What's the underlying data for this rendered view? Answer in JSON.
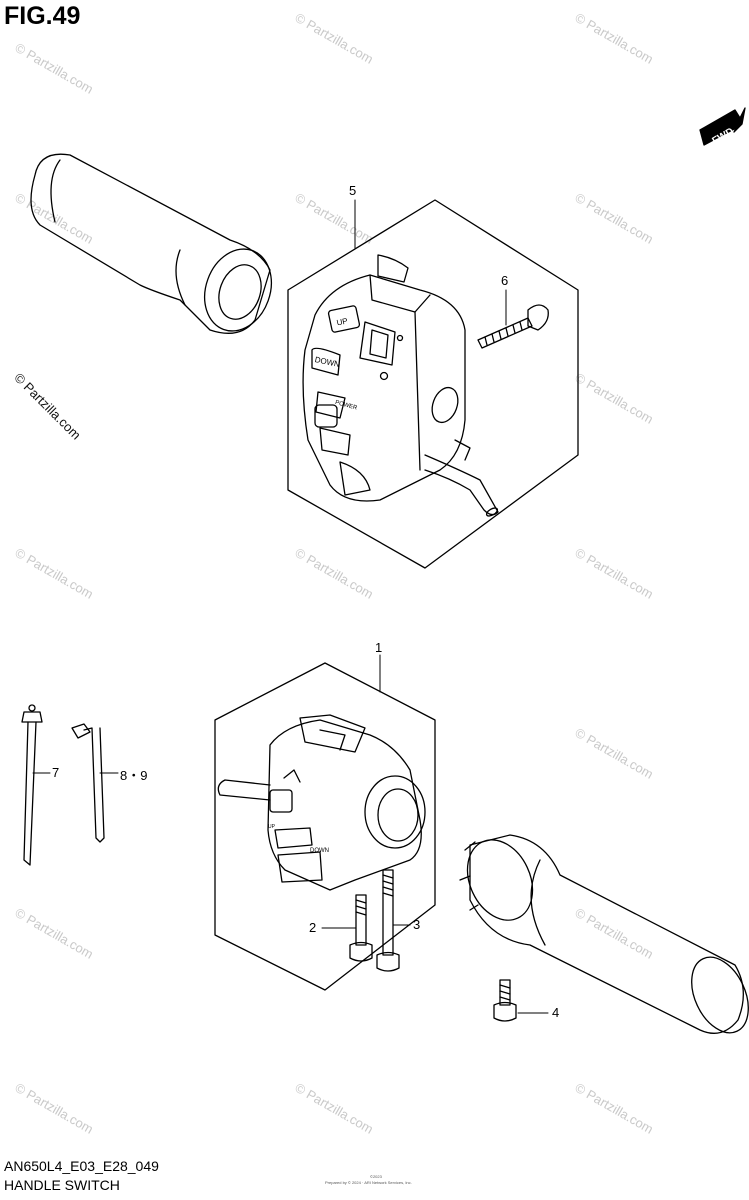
{
  "figure": {
    "title": "FIG.49",
    "model_code": "AN650L4_E03_E28_049",
    "part_name": "HANDLE SWITCH",
    "fwd_label": "FWD"
  },
  "watermark": {
    "text": "© Partzilla.com",
    "short": "©",
    "brand": "Partzilla.com"
  },
  "callouts": [
    {
      "id": "5",
      "label": "5"
    },
    {
      "id": "6",
      "label": "6"
    },
    {
      "id": "1",
      "label": "1"
    },
    {
      "id": "7",
      "label": "7"
    },
    {
      "id": "8-9",
      "label": "8・9"
    },
    {
      "id": "2",
      "label": "2"
    },
    {
      "id": "3",
      "label": "3"
    },
    {
      "id": "4",
      "label": "4"
    }
  ],
  "switch_labels": {
    "up": "UP",
    "down": "DOWN",
    "power": "POWER",
    "up_small": "UP",
    "down_small": "DOWN"
  },
  "fine_print": {
    "line1": "©2023",
    "line2": "Prepared by © 2024 · ARI Network Services, Inc."
  },
  "colors": {
    "line": "#000000",
    "watermark": "#c9c9c9",
    "background": "#ffffff"
  }
}
